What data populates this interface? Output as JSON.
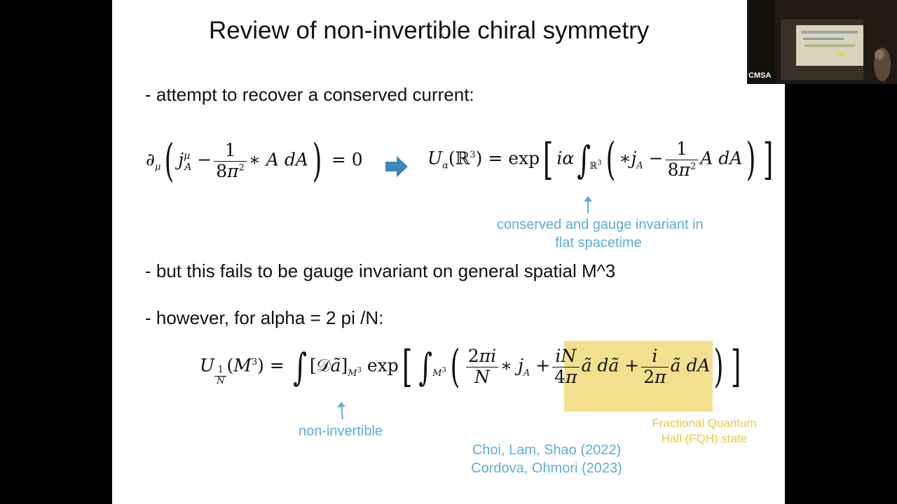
{
  "slide": {
    "title": "Review of non-invertible chiral symmetry",
    "bullets": [
      "- attempt to recover a conserved current:",
      "- but this fails to be gauge invariant on general spatial M^3",
      "- however, for alpha = 2 pi /N:"
    ],
    "annotations": {
      "conserved": "conserved and gauge invariant in",
      "flat": "flat spacetime",
      "non_invertible": "non-invertible",
      "fqh_line1": "Fractional Quantum",
      "fqh_line2": "Hall (FQH) state"
    },
    "references": [
      "Choi, Lam, Shao (2022)",
      "Cordova, Ohmori (2023)"
    ],
    "colors": {
      "annotation_blue": "#5aafd6",
      "highlight": "#f2e08f",
      "fqh_text": "#e8c84a",
      "arrow": "#3d86b6"
    }
  },
  "video": {
    "watermark": "CMSA"
  }
}
